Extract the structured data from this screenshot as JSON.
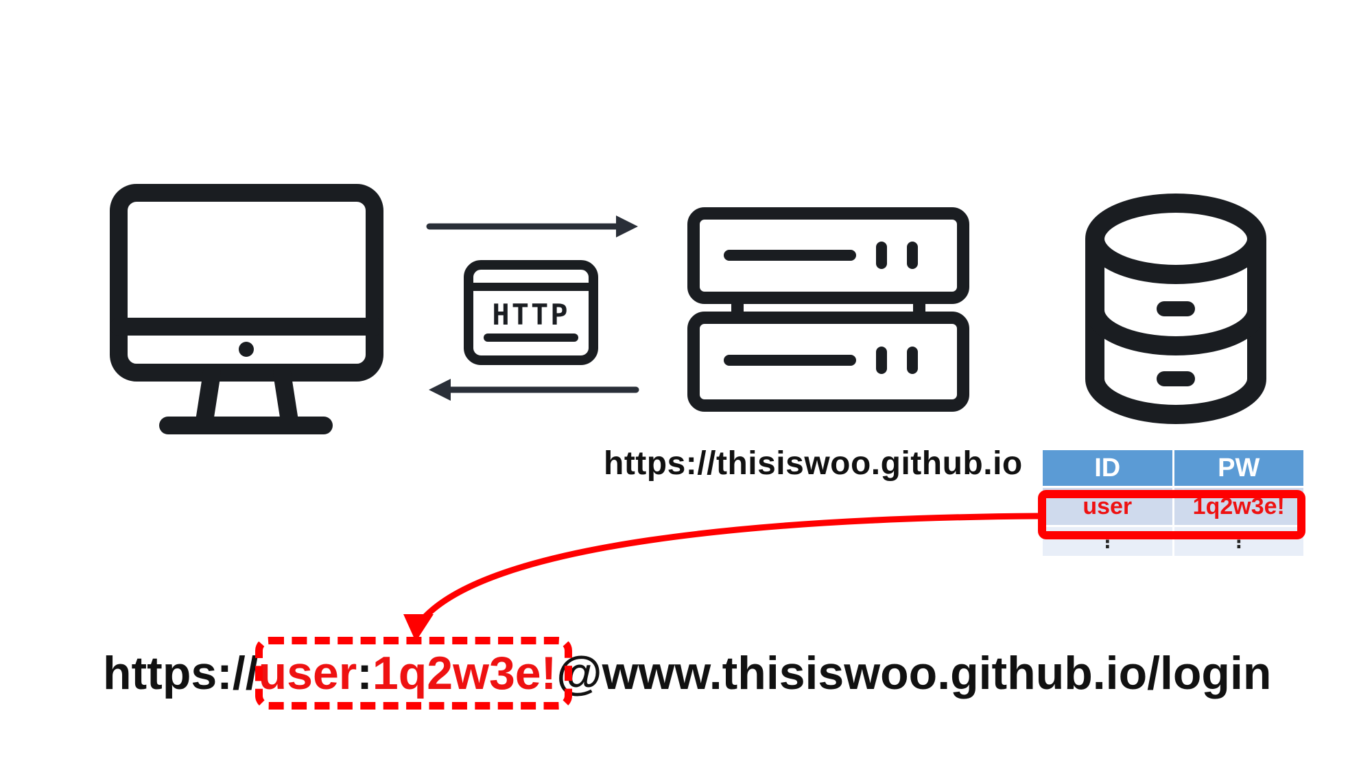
{
  "server_url": "https://thisiswoo.github.io",
  "http_label": "HTTP",
  "db_table": {
    "headers": [
      "ID",
      "PW"
    ],
    "rows": [
      {
        "id": "user",
        "pw": "1q2w3e!"
      },
      {
        "id": "⋮",
        "pw": "⋮"
      }
    ]
  },
  "credential_url": {
    "scheme": "https://",
    "user": "user",
    "separator": ":",
    "password": "1q2w3e!",
    "host_path": "@www.thisiswoo.github.io/login"
  },
  "icons": [
    "monitor-icon",
    "http-document-icon",
    "server-icon",
    "database-icon",
    "arrow-right-icon",
    "arrow-left-icon"
  ],
  "colors": {
    "ink": "#1a1d21",
    "highlight": "#ff0000",
    "table_header": "#5b9bd5",
    "table_row": "#cfdaed"
  }
}
